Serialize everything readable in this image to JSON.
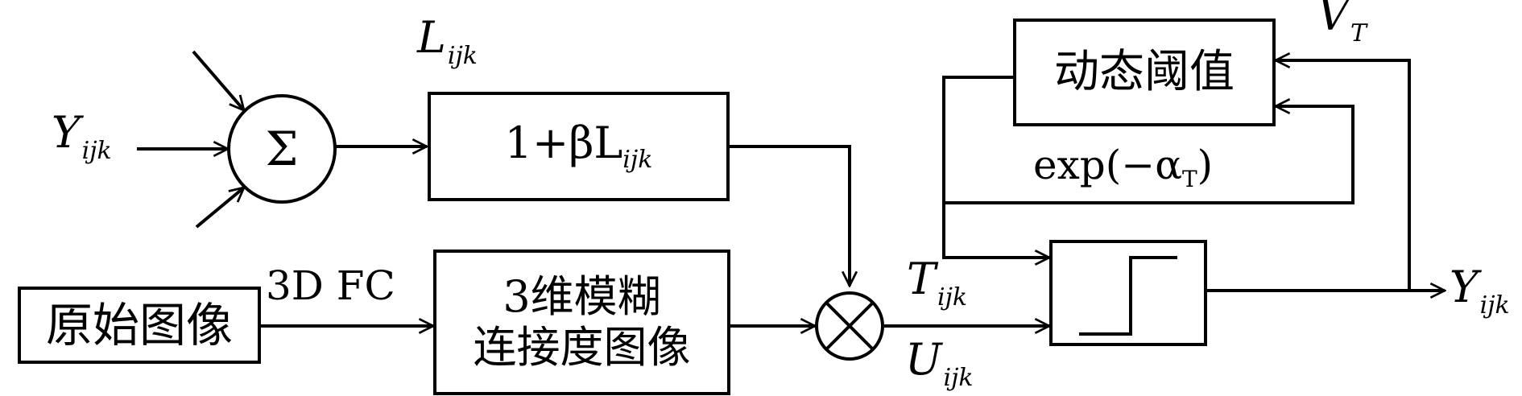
{
  "labels": {
    "y_in": {
      "main": "Y",
      "sub": "ijk"
    },
    "l_top": {
      "main": "L",
      "sub": "ijk"
    },
    "v_t": {
      "main": "V",
      "sub": "T"
    },
    "t_ijk": {
      "main": "T",
      "sub": "ijk"
    },
    "u_ijk": {
      "main": "U",
      "sub": "ijk"
    },
    "y_out": {
      "main": "Y",
      "sub": "ijk"
    },
    "fc_3d": "3D FC",
    "exp_decay": "exp(−α",
    "exp_decay_sub": "T",
    "exp_decay_close": ")"
  },
  "nodes": {
    "sum_symbol": "Σ",
    "link_box": "1+βL",
    "link_box_sub": "ijk",
    "original_image": "原始图像",
    "fuzzy_box_line1": "3维模糊",
    "fuzzy_box_line2": "连接度图像",
    "dynamic_threshold": "动态阈值"
  }
}
